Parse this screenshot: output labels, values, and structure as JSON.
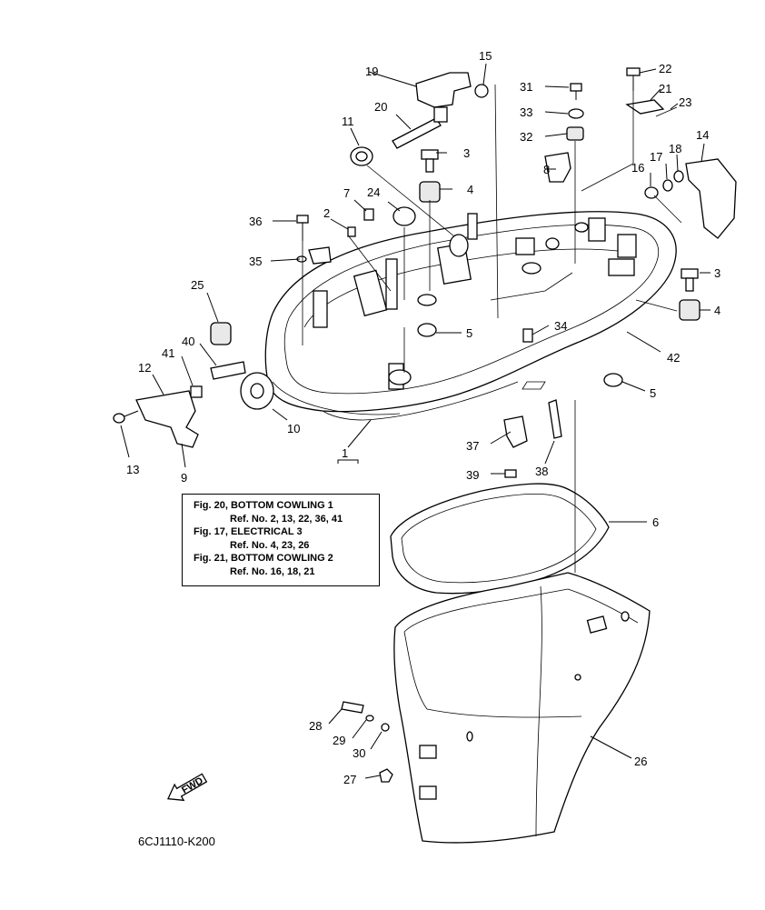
{
  "callouts": [
    {
      "id": "n1",
      "label": "1"
    },
    {
      "id": "n2",
      "label": "2"
    },
    {
      "id": "n3a",
      "label": "3"
    },
    {
      "id": "n3b",
      "label": "3"
    },
    {
      "id": "n4a",
      "label": "4"
    },
    {
      "id": "n4b",
      "label": "4"
    },
    {
      "id": "n5a",
      "label": "5"
    },
    {
      "id": "n5b",
      "label": "5"
    },
    {
      "id": "n6",
      "label": "6"
    },
    {
      "id": "n7",
      "label": "7"
    },
    {
      "id": "n8",
      "label": "8"
    },
    {
      "id": "n9",
      "label": "9"
    },
    {
      "id": "n10",
      "label": "10"
    },
    {
      "id": "n11",
      "label": "11"
    },
    {
      "id": "n12",
      "label": "12"
    },
    {
      "id": "n13",
      "label": "13"
    },
    {
      "id": "n14",
      "label": "14"
    },
    {
      "id": "n15",
      "label": "15"
    },
    {
      "id": "n16",
      "label": "16"
    },
    {
      "id": "n17",
      "label": "17"
    },
    {
      "id": "n18",
      "label": "18"
    },
    {
      "id": "n19",
      "label": "19"
    },
    {
      "id": "n20",
      "label": "20"
    },
    {
      "id": "n21",
      "label": "21"
    },
    {
      "id": "n22",
      "label": "22"
    },
    {
      "id": "n23",
      "label": "23"
    },
    {
      "id": "n24",
      "label": "24"
    },
    {
      "id": "n25",
      "label": "25"
    },
    {
      "id": "n26",
      "label": "26"
    },
    {
      "id": "n27",
      "label": "27"
    },
    {
      "id": "n28",
      "label": "28"
    },
    {
      "id": "n29",
      "label": "29"
    },
    {
      "id": "n30",
      "label": "30"
    },
    {
      "id": "n31",
      "label": "31"
    },
    {
      "id": "n32",
      "label": "32"
    },
    {
      "id": "n33",
      "label": "33"
    },
    {
      "id": "n34",
      "label": "34"
    },
    {
      "id": "n35",
      "label": "35"
    },
    {
      "id": "n36",
      "label": "36"
    },
    {
      "id": "n37",
      "label": "37"
    },
    {
      "id": "n38",
      "label": "38"
    },
    {
      "id": "n39",
      "label": "39"
    },
    {
      "id": "n40",
      "label": "40"
    },
    {
      "id": "n41",
      "label": "41"
    },
    {
      "id": "n42",
      "label": "42"
    }
  ],
  "reference_box": {
    "lines": [
      "Fig. 20, BOTTOM COWLING 1",
      "Ref. No. 2, 13, 22, 36, 41",
      "Fig. 17, ELECTRICAL 3",
      "Ref. No. 4, 23, 26",
      "Fig. 21, BOTTOM COWLING 2",
      "Ref. No. 16, 18, 21"
    ]
  },
  "fwd_label": "FWD",
  "diagram_code": "6CJ1110-K200"
}
